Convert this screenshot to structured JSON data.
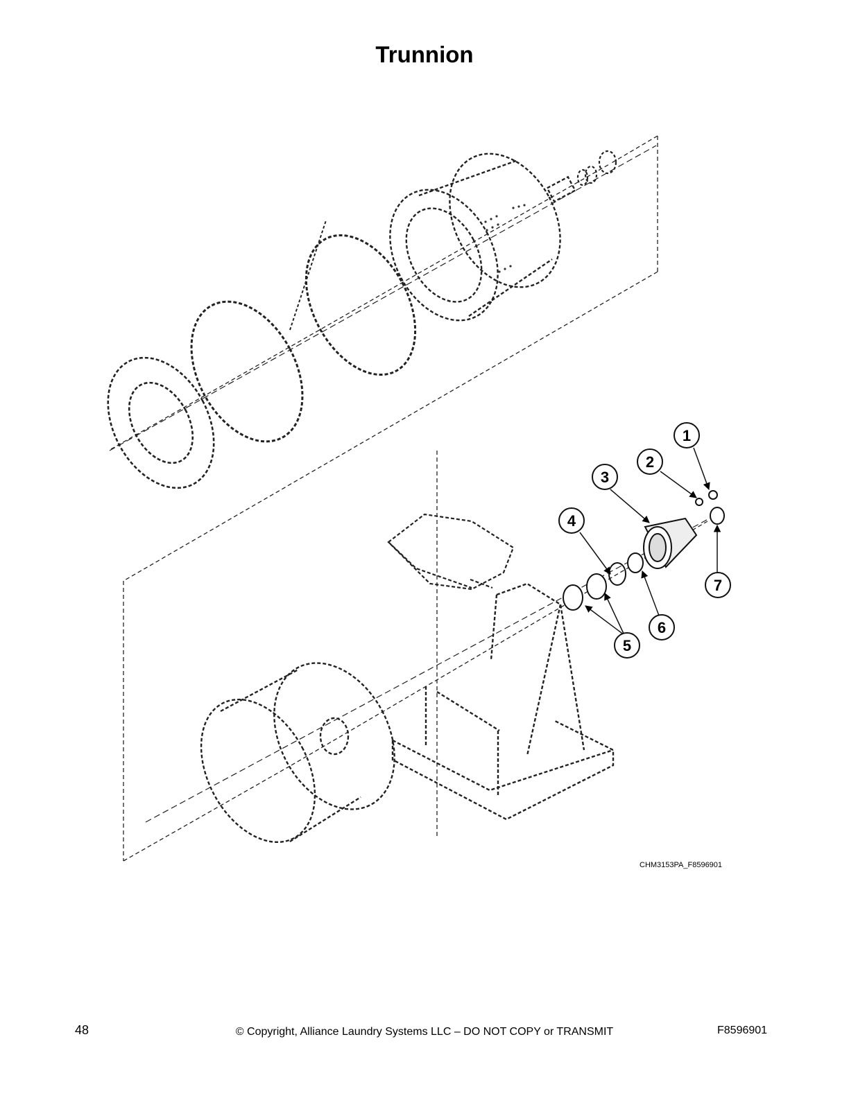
{
  "page": {
    "title": "Trunnion",
    "figure_ref": "CHM3153PA_F8596901",
    "page_number": "48",
    "copyright": "© Copyright, Alliance Laundry Systems LLC – DO NOT COPY or TRANSMIT",
    "doc_id": "F8596901"
  },
  "callouts": [
    {
      "label": "1"
    },
    {
      "label": "2"
    },
    {
      "label": "3"
    },
    {
      "label": "4"
    },
    {
      "label": "5"
    },
    {
      "label": "6"
    },
    {
      "label": "7"
    }
  ]
}
